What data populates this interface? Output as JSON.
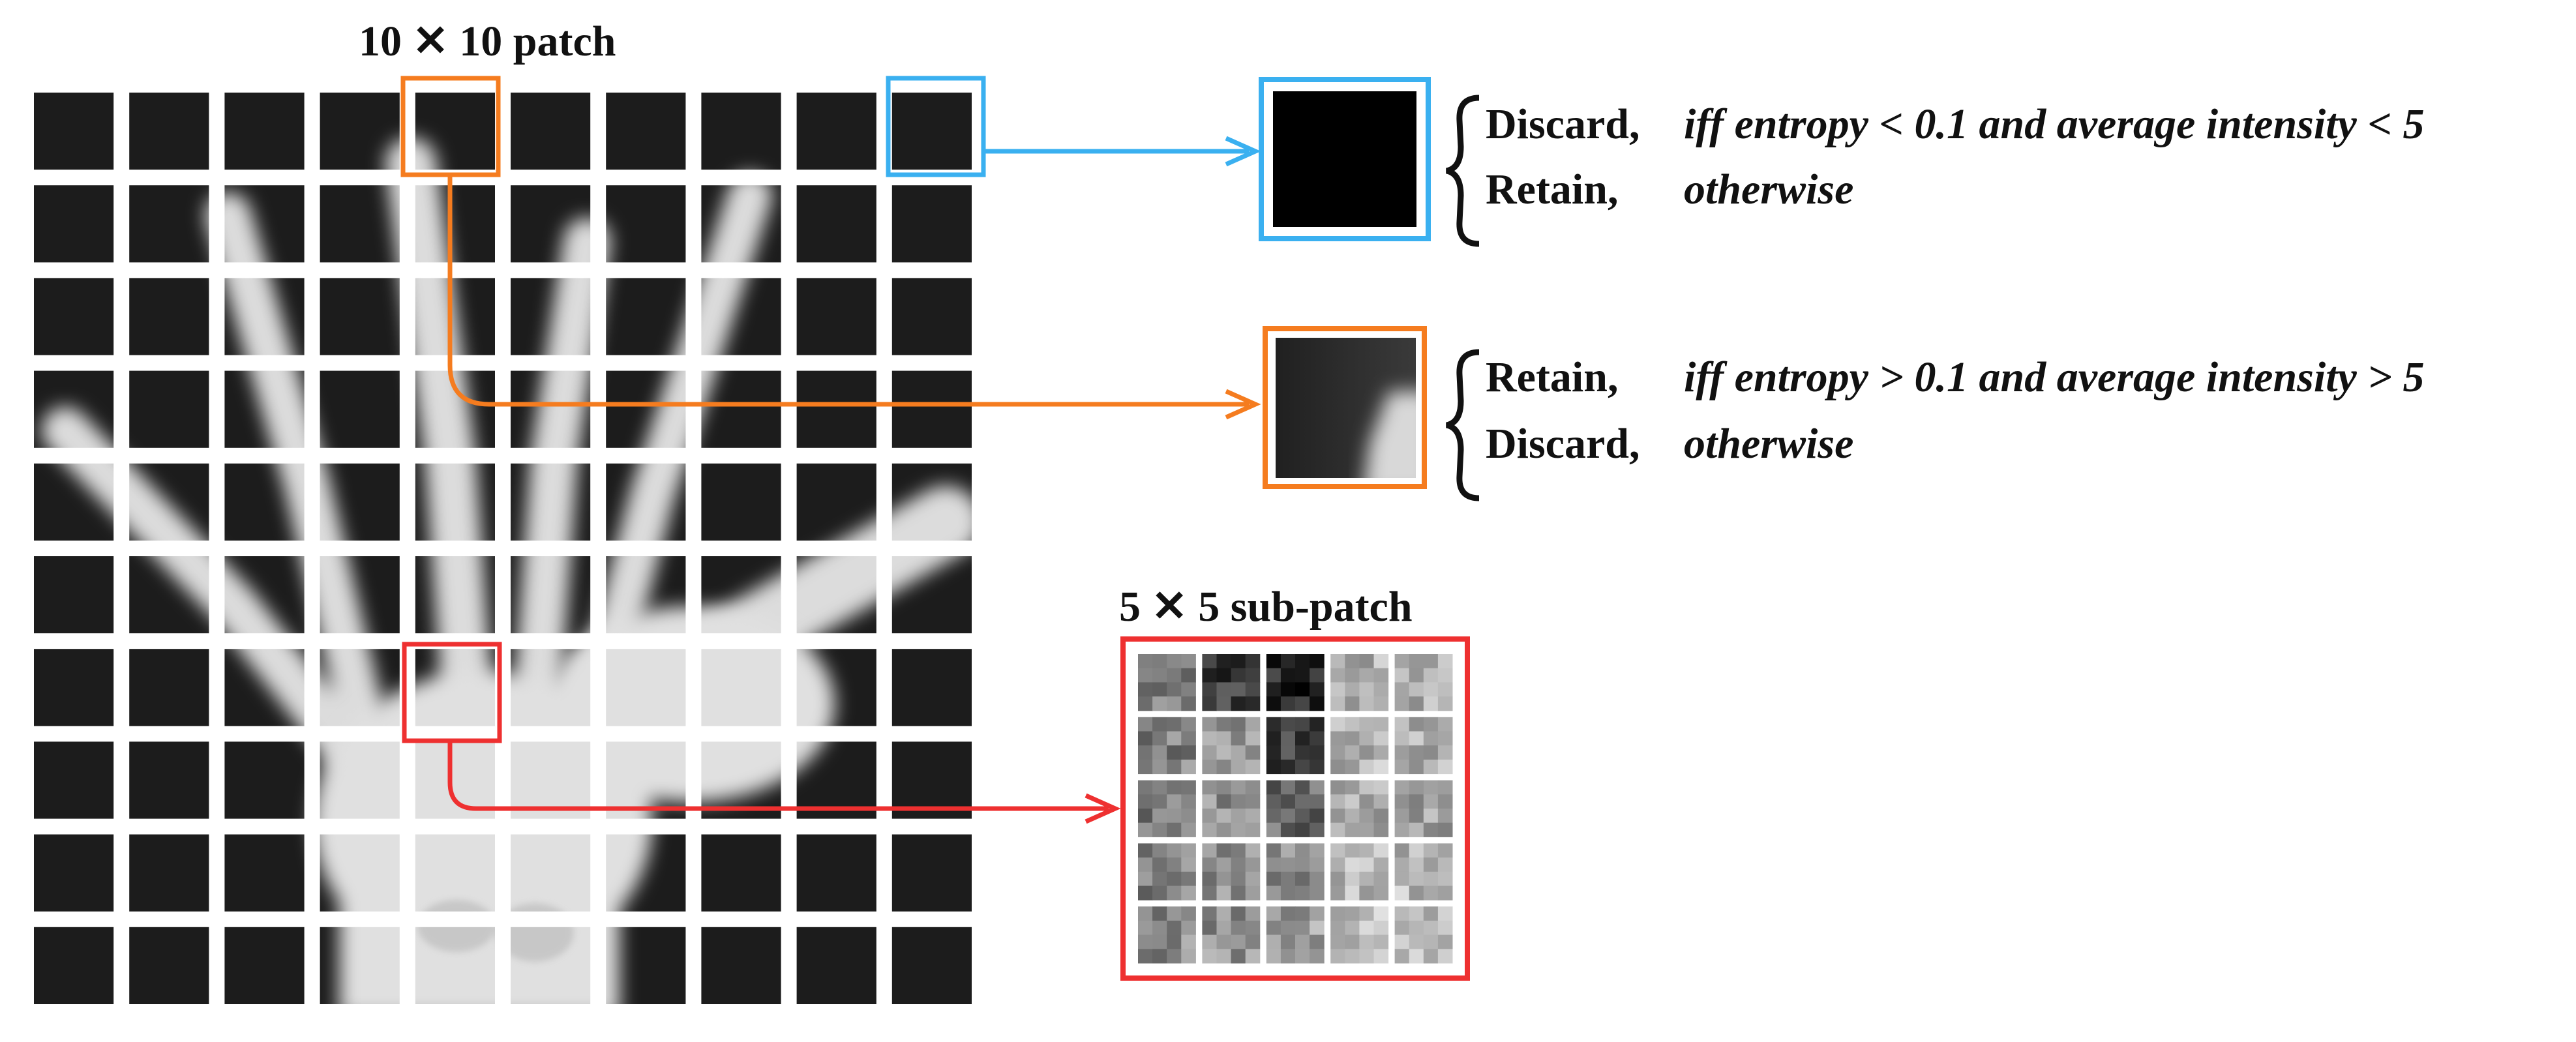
{
  "figure": {
    "patch_label": "10 ✕ 10 patch",
    "subpatch_label": "5 ✕ 5 sub-patch",
    "rule_background": {
      "line1_action": "Discard,",
      "line1_condition": "iff entropy < 0.1 and average intensity < 5",
      "line2_action": "Retain,",
      "line2_condition": "otherwise"
    },
    "rule_foreground": {
      "line1_action": "Retain,",
      "line1_condition": "iff entropy > 0.1 and average intensity > 5",
      "line2_action": "Discard,",
      "line2_condition": "otherwise"
    },
    "grid": {
      "rows": 10,
      "cols": 10
    },
    "subgrid": {
      "rows": 5,
      "cols": 5
    }
  },
  "colors": {
    "background_patch": "#3ab0f0",
    "foreground_patch": "#f57c1f",
    "subpatch": "#ee3030",
    "xray_bg": "#1a1a1a",
    "bone": "#e8e8e8"
  }
}
